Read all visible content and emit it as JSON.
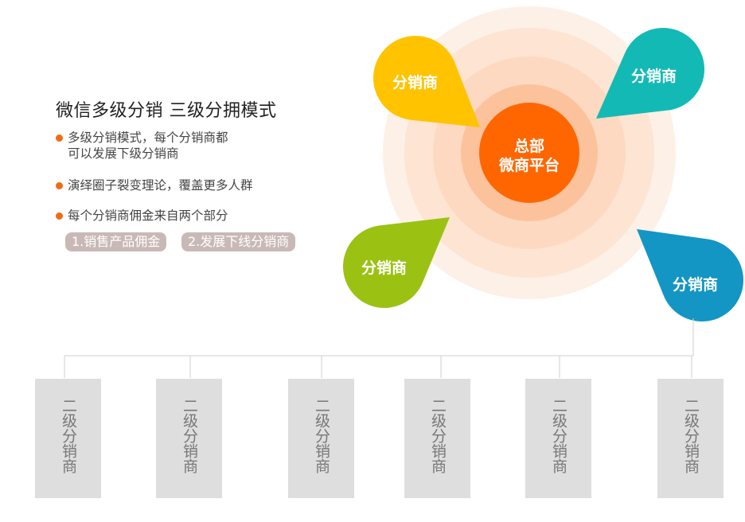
{
  "title": "微信多级分销 三级分拥模式",
  "bullets": [
    {
      "line1": "多级分销模式，每个分销商都",
      "line2": "可以发展下级分销商"
    },
    {
      "line1": "演绎圈子裂变理论，覆盖更多人群"
    },
    {
      "line1": "每个分销商佣金来自两个部分"
    }
  ],
  "tags": [
    "1.销售产品佣金",
    "2.发展下线分销商"
  ],
  "center": {
    "line1": "总部",
    "line2": "微商平台",
    "color": "#ff6600"
  },
  "distributors": [
    {
      "label": "分销商",
      "color": "#ffc300"
    },
    {
      "label": "分销商",
      "color": "#13bab5"
    },
    {
      "label": "分销商",
      "color": "#9bc212"
    },
    {
      "label": "分销商",
      "color": "#1396c4"
    }
  ],
  "second_level": [
    "二级分销商",
    "二级分销商",
    "二级分销商",
    "二级分销商",
    "二级分销商",
    "二级分销商"
  ],
  "colors": {
    "bullet": "#f26b10",
    "tag": "#c9b9b6",
    "box": "#dedede",
    "rings": [
      "#fdf0e6",
      "#fde4d3",
      "#fdd9c1",
      "#fcc29c"
    ]
  }
}
